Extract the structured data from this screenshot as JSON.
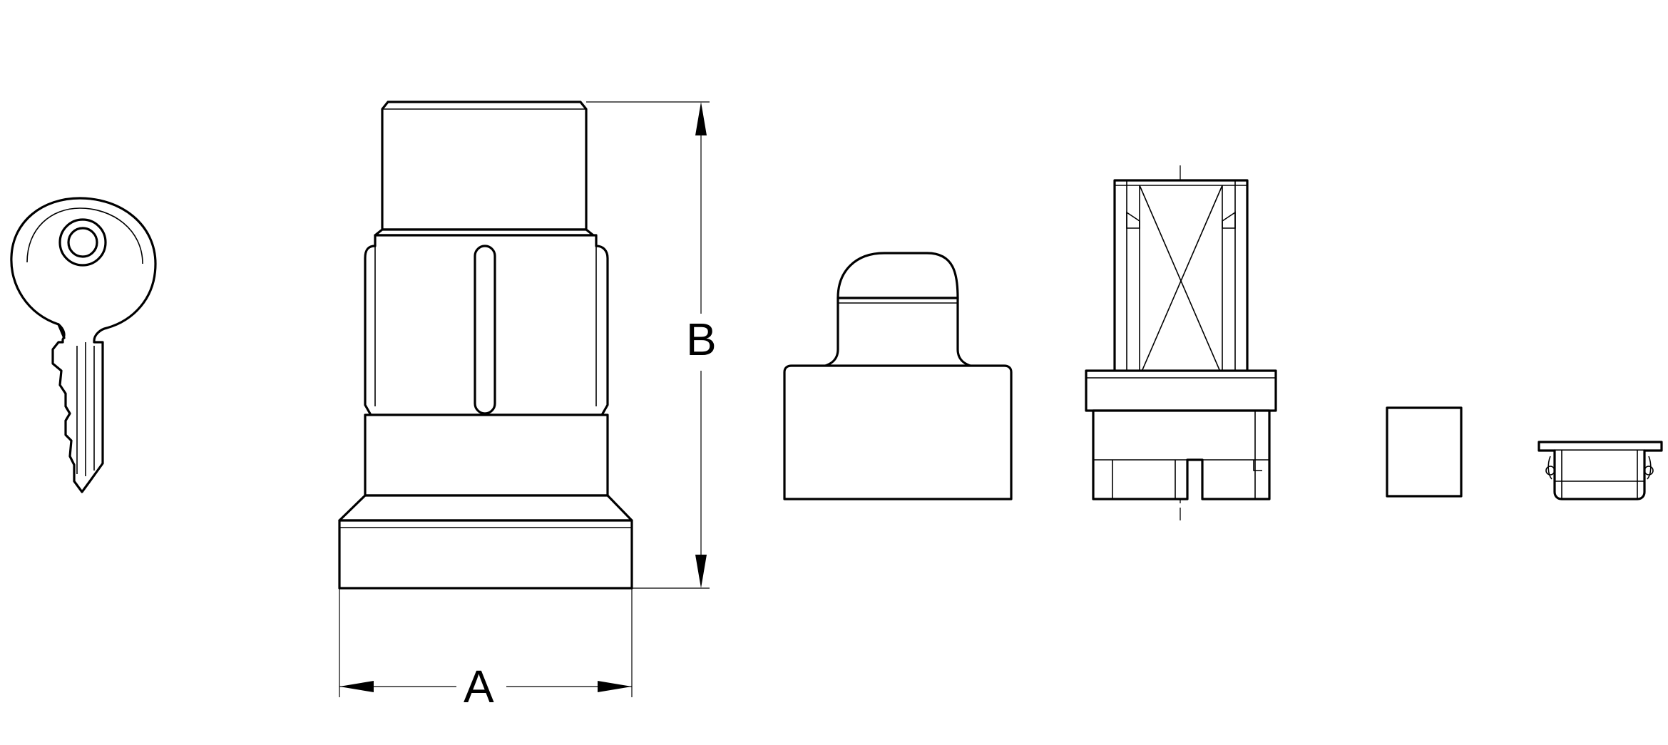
{
  "diagram": {
    "parts": [
      "key",
      "lock-cylinder",
      "push-cap",
      "plunger-body",
      "spacer-block",
      "flanged-cap"
    ],
    "dimensions": {
      "width_label": "A",
      "height_label": "B"
    },
    "line_color": "#000000",
    "background": "#ffffff"
  }
}
